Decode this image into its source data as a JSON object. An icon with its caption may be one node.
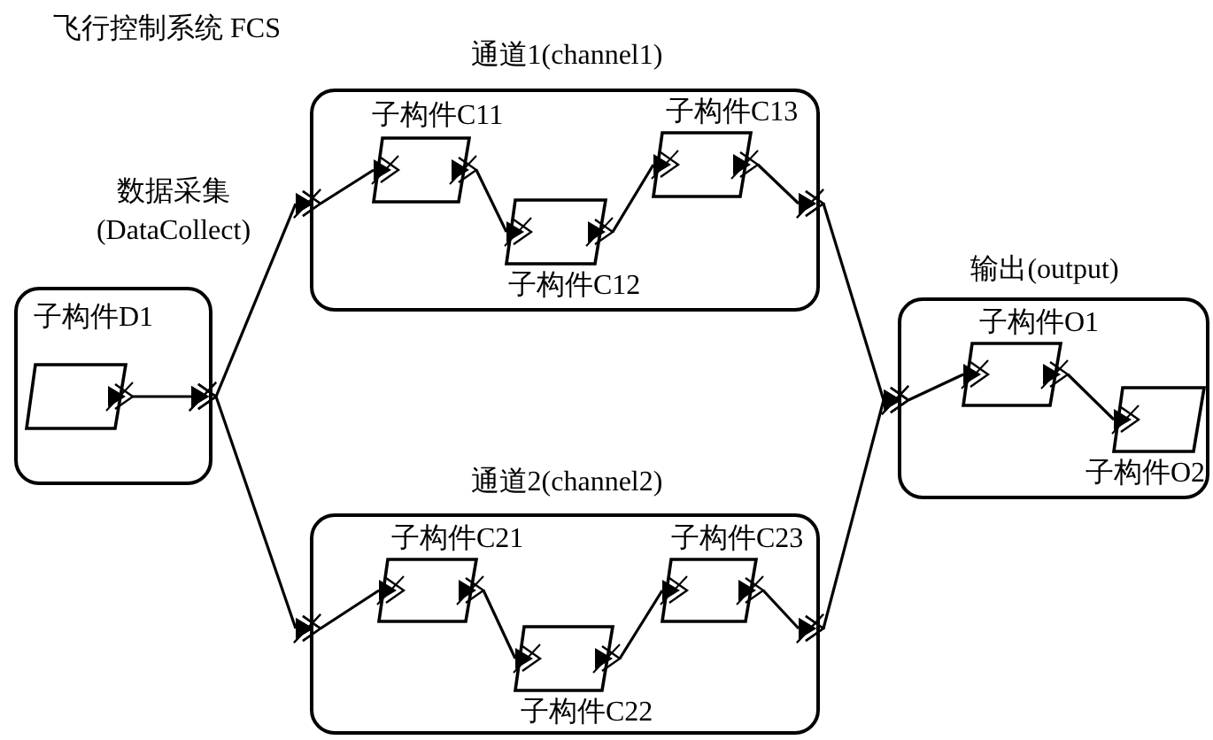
{
  "diagram": {
    "title": "飞行控制系统 FCS",
    "nodes": [
      {
        "text": [
          "数据采集 (DataCollect)"
        ]
      },
      {
        "text": [
          "子构件D1"
        ],
        "in": 0
      },
      {
        "text": [
          "通道1(channel1)"
        ]
      },
      {
        "text": [
          "子构件C11"
        ],
        "in": 2
      },
      {
        "text": [
          "子构件C12"
        ],
        "in": 2
      },
      {
        "text": [
          "子构件C13"
        ],
        "in": 2
      },
      {
        "text": [
          "输出(output)"
        ]
      },
      {
        "text": [
          "子构件O1"
        ],
        "in": 6
      },
      {
        "text": [
          "子构件O2"
        ],
        "in": 6
      },
      {
        "text": [
          "通道2(channel2)"
        ]
      },
      {
        "text": [
          "子构件C21"
        ],
        "in": 9
      },
      {
        "text": [
          "子构件C22"
        ],
        "in": 9
      },
      {
        "text": [
          "子构件C23"
        ],
        "in": 9
      }
    ],
    "edges": [
      {
        "from": 1,
        "to": 0,
        "arrow": "both"
      },
      {
        "from": 0,
        "to": 2,
        "arrow": "both"
      },
      {
        "from": 0,
        "to": 9,
        "arrow": "both"
      },
      {
        "from": 2,
        "to": 3,
        "arrow": "both"
      },
      {
        "from": 3,
        "to": 4,
        "arrow": "both"
      },
      {
        "from": 4,
        "to": 5,
        "arrow": "both"
      },
      {
        "from": 5,
        "to": 2,
        "arrow": "both"
      },
      {
        "from": 9,
        "to": 10,
        "arrow": "both"
      },
      {
        "from": 10,
        "to": 11,
        "arrow": "both"
      },
      {
        "from": 11,
        "to": 12,
        "arrow": "both"
      },
      {
        "from": 12,
        "to": 9,
        "arrow": "both"
      },
      {
        "from": 2,
        "to": 6,
        "arrow": "both"
      },
      {
        "from": 9,
        "to": 6,
        "arrow": "both"
      },
      {
        "from": 6,
        "to": 7,
        "arrow": "both"
      },
      {
        "from": 7,
        "to": 8,
        "arrow": "both"
      }
    ]
  }
}
